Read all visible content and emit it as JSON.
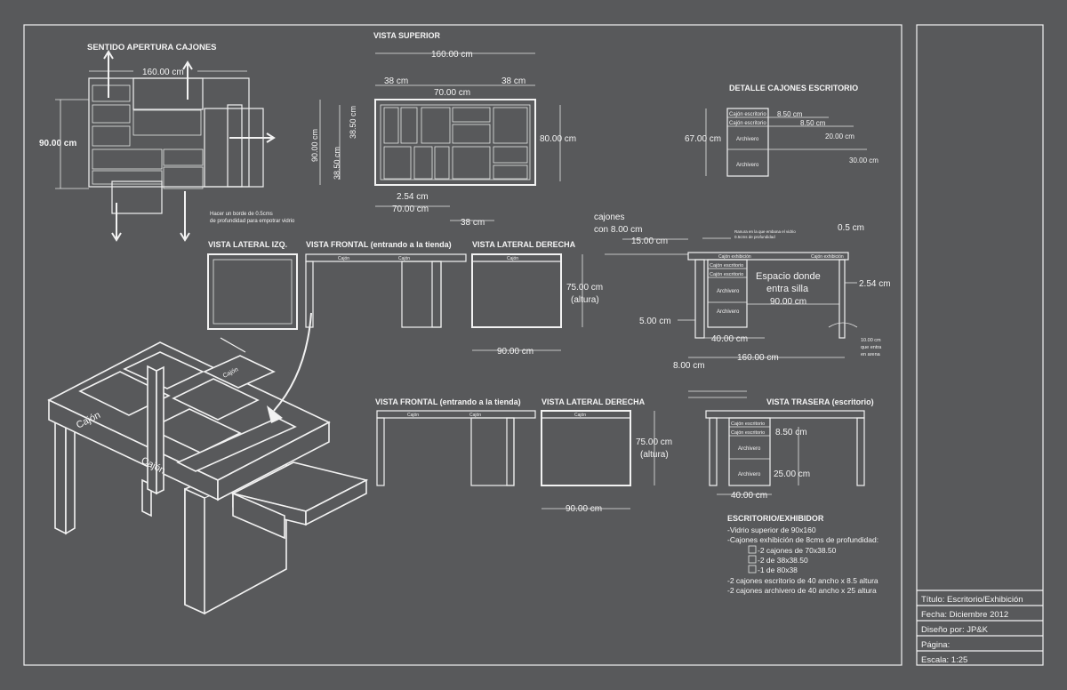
{
  "labels": {
    "sentido": "SENTIDO APERTURA CAJONES",
    "vista_superior": "VISTA SUPERIOR",
    "detalle": "DETALLE CAJONES ESCRITORIO",
    "lat_izq": "VISTA LATERAL IZQ.",
    "frontal_1": "VISTA FRONTAL (entrando a la tienda)",
    "lat_der_1": "VISTA LATERAL DERECHA",
    "frontal_2": "VISTA FRONTAL (entrando a la tienda)",
    "lat_der_2": "VISTA LATERAL DERECHA",
    "trasera": "VISTA TRASERA (escritorio)",
    "hacer_borde": "Hacer un borde de 0.5cms",
    "hacer_borde_2": "de profundidad para empotrar vidrio",
    "cajones_8_1": "cajones",
    "cajones_8_2": "con 8.00 cm",
    "espacio_1": "Espacio donde",
    "espacio_2": "entra silla",
    "ranura_1": "Ranura en la que embona el vidrio",
    "ranura_2": "0.5cms de profundidad",
    "pata_1": "10.00 cm",
    "pata_2": "que entra",
    "pata_3": "en arena",
    "cajon": "Cajón",
    "cajon_escritorio": "Cajón escritorio",
    "cajon_exhibicion": "Cajón exhibición",
    "archivero": "Archivero"
  },
  "dims": {
    "d160": "160.00 cm",
    "d90": "90.00 cm",
    "d38": "38 cm",
    "d70": "70.00 cm",
    "d3850": "38.50 cm",
    "d80": "80.00 cm",
    "d254": "2.54 cm",
    "d67": "67.00 cm",
    "d850": "8.50 cm",
    "d20": "20.00 cm",
    "d30": "30.00 cm",
    "d15": "15.00 cm",
    "d05": "0.5 cm",
    "d75": "75.00 cm",
    "altura": "(altura)",
    "d5": "5.00 cm",
    "d40": "40.00 cm",
    "d8": "8.00 cm",
    "d25": "25.00 cm"
  },
  "notes": {
    "title": "ESCRITORIO/EXHIBIDOR",
    "lines": [
      "-Vidrio superior de 90x160",
      "-Cajones exhibición de 8cms de profundidad:",
      "-2 cajones de 70x38.50",
      "-2 de 38x38.50",
      "-1 de 80x38",
      "-2 cajones escritorio de 40 ancho x 8.5 altura",
      "-2 cajones archivero de 40 ancho x 25 altura"
    ]
  },
  "title_block": {
    "titulo": "Título: Escritorio/Exhibición",
    "fecha": "Fecha: Diciembre 2012",
    "diseno": "Diseño por: JP&K",
    "pagina": "Página:",
    "escala": "Escala: 1:25"
  }
}
